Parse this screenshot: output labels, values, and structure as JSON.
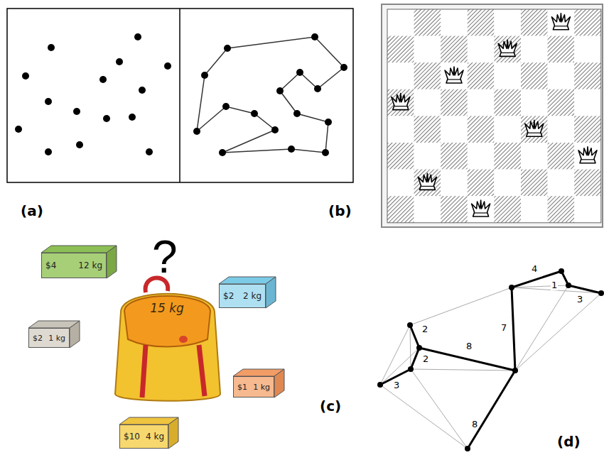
{
  "diagram": {
    "nodes": [
      {
        "text": [
          "$4",
          "12 kg"
        ]
      },
      {
        "text": [
          "$2",
          "2 kg"
        ]
      },
      {
        "text": [
          "15 kg"
        ]
      },
      {
        "text": [
          "$2",
          "1 kg"
        ]
      },
      {
        "text": [
          "$1",
          "1 kg"
        ]
      },
      {
        "text": [
          "$10",
          "4 kg"
        ]
      }
    ],
    "labels": [
      "(a)",
      "(b)",
      "?",
      "4",
      "1",
      "3",
      "2",
      "7",
      "8",
      "2",
      "3",
      "(c)",
      "8",
      "(d)"
    ]
  }
}
